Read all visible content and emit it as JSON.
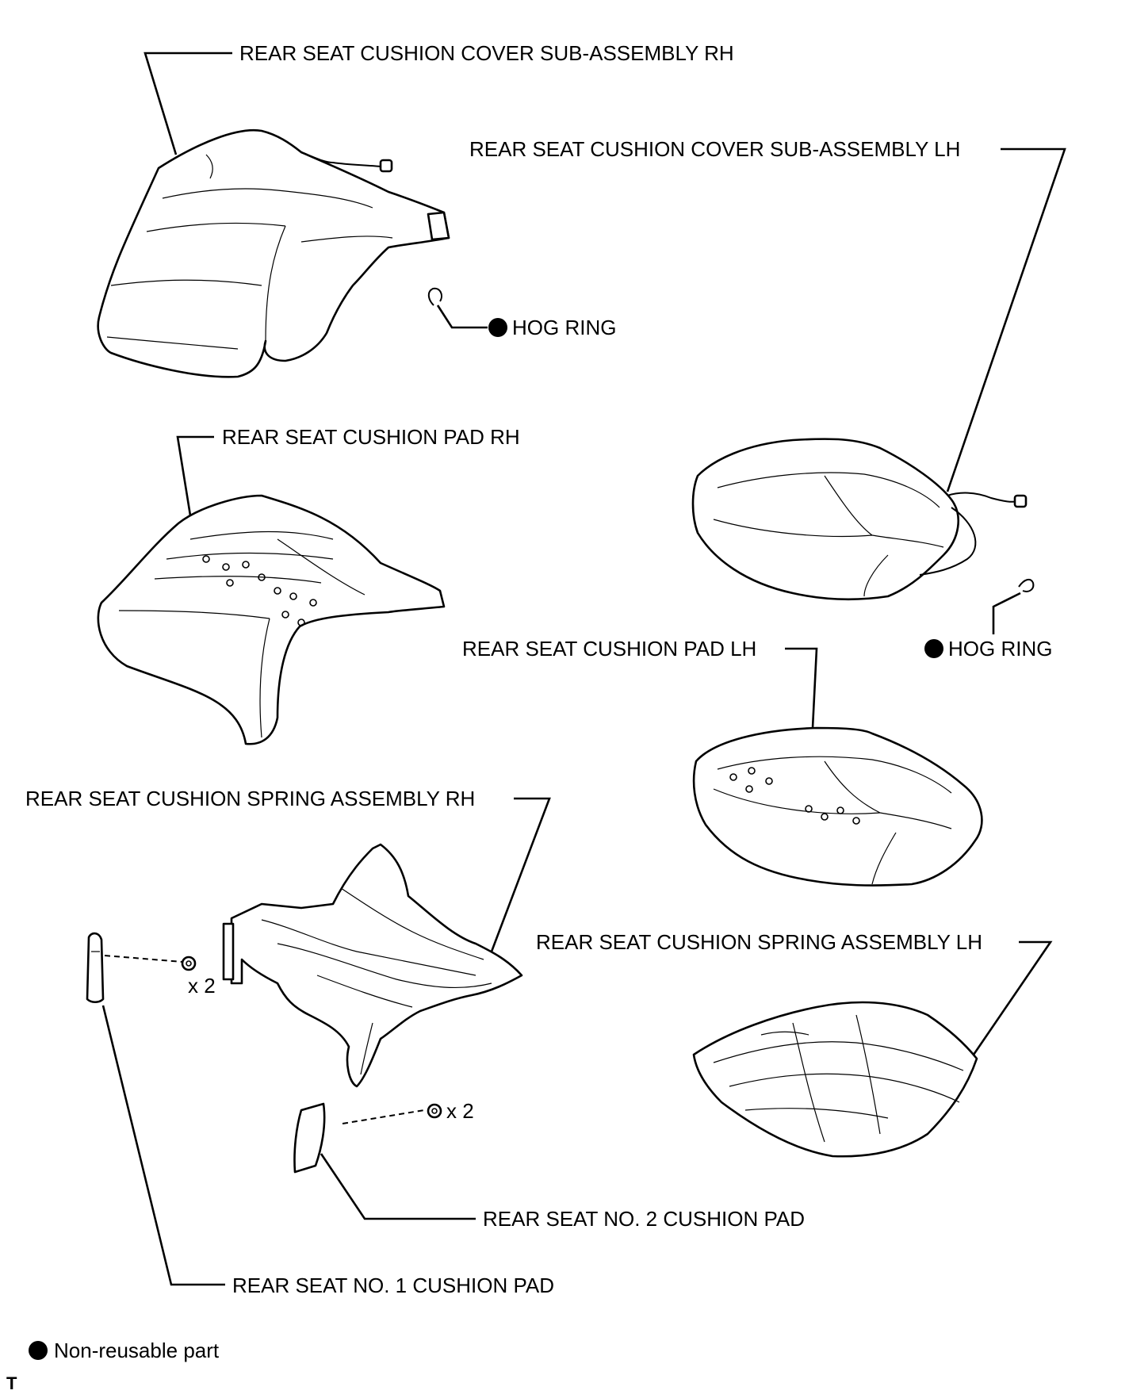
{
  "labels": {
    "cover_rh": "REAR SEAT CUSHION COVER SUB-ASSEMBLY RH",
    "cover_lh": "REAR SEAT CUSHION COVER SUB-ASSEMBLY LH",
    "hog_ring_rh": "HOG RING",
    "hog_ring_lh": "HOG RING",
    "pad_rh": "REAR SEAT CUSHION PAD RH",
    "pad_lh": "REAR SEAT CUSHION PAD LH",
    "spring_rh": "REAR SEAT CUSHION SPRING ASSEMBLY RH",
    "spring_lh": "REAR SEAT CUSHION SPRING ASSEMBLY LH",
    "qty_no1": "x 2",
    "qty_no2": "x 2",
    "no2_pad": "REAR SEAT NO. 2 CUSHION PAD",
    "no1_pad": "REAR SEAT NO. 1 CUSHION PAD"
  },
  "legend": {
    "non_reusable": "Non-reusable part"
  },
  "corner_mark": "T",
  "icons": {
    "non_reusable_marker": "filled-circle-icon",
    "hog_ring": "hog-ring-icon",
    "nut": "nut-icon"
  },
  "colors": {
    "line": "#000000",
    "background": "#ffffff"
  }
}
